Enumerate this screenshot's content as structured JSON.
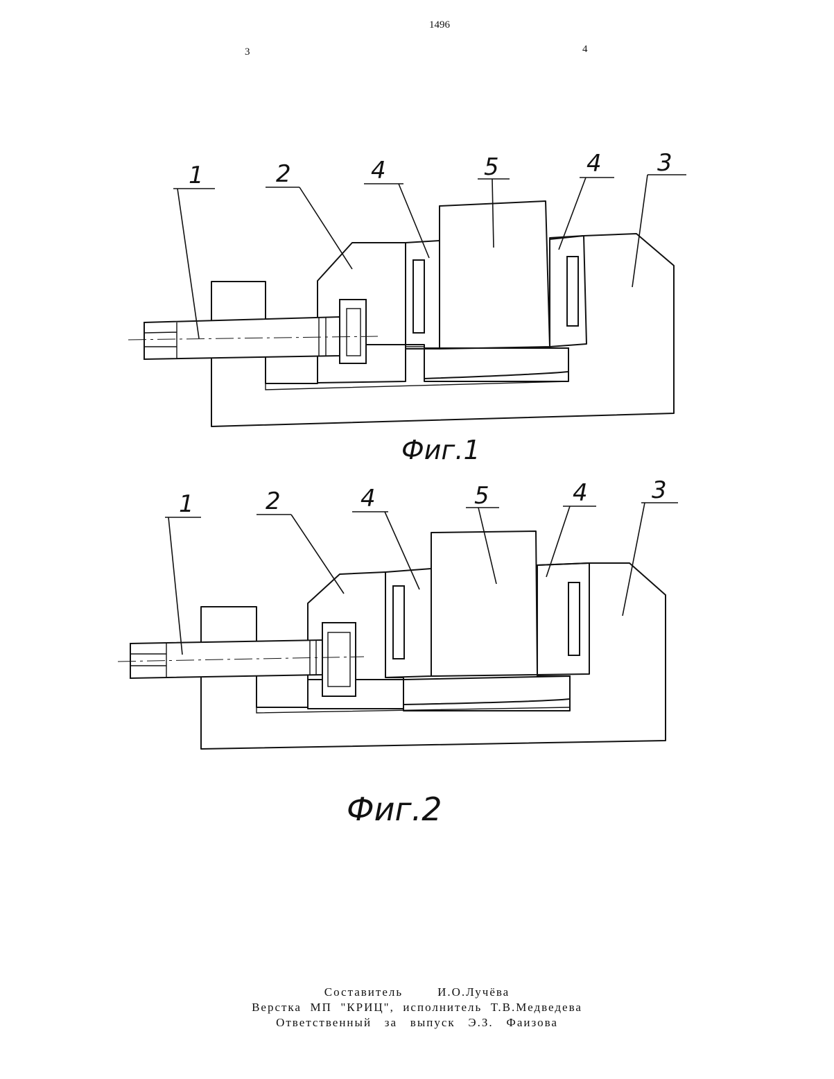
{
  "header": {
    "page_number": "1496",
    "left_column": "3",
    "right_column": "4"
  },
  "figures": [
    {
      "caption": "Фиг.1",
      "labels": {
        "shaft": "1",
        "slider": "2",
        "liner_left": "4",
        "workpiece": "5",
        "liner_right": "4",
        "body": "3"
      }
    },
    {
      "caption": "Фиг.2",
      "labels": {
        "shaft": "1",
        "slider": "2",
        "liner_left": "4",
        "workpiece": "5",
        "liner_right": "4",
        "body": "3"
      }
    }
  ],
  "credits": {
    "line1": "Составитель        И.О.Лучёва",
    "line2": "Верстка  МП  \"КРИЦ\",  исполнитель  Т.В.Медведева",
    "line3": "Ответственный   за   выпуск   Э.З.   Фаизова"
  }
}
